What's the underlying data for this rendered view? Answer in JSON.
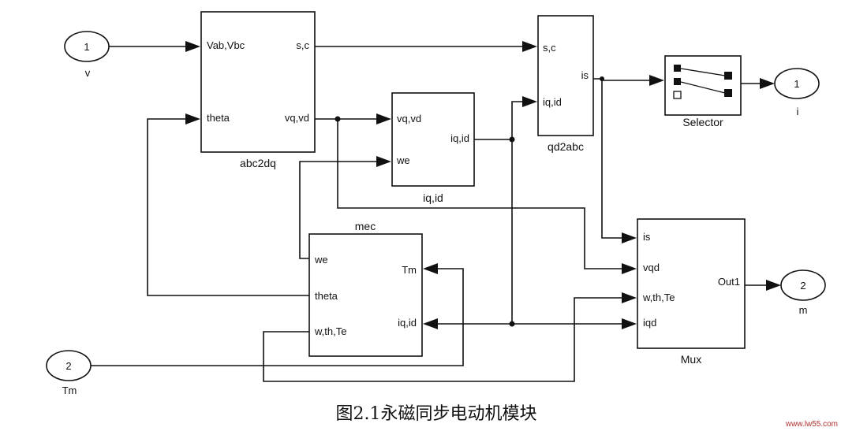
{
  "caption": "图2.1永磁同步电动机模块",
  "watermark": "www.lw55.com",
  "inports": [
    {
      "number": "1",
      "label": "v"
    },
    {
      "number": "2",
      "label": "Tm"
    }
  ],
  "outports": [
    {
      "number": "1",
      "label": "i"
    },
    {
      "number": "2",
      "label": "m"
    }
  ],
  "blocks": {
    "abc2dq": {
      "name": "abc2dq",
      "inputs": [
        "Vab,Vbc",
        "theta"
      ],
      "outputs": [
        "s,c",
        "vq,vd"
      ]
    },
    "iqid": {
      "name": "iq,id",
      "inputs": [
        "vq,vd",
        "we"
      ],
      "outputs": [
        "iq,id"
      ]
    },
    "qd2abc": {
      "name": "qd2abc",
      "inputs": [
        "s,c",
        "iq,id"
      ],
      "outputs": [
        "is"
      ]
    },
    "selector": {
      "name": "Selector"
    },
    "mec": {
      "name": "mec",
      "inputs": [
        "we",
        "theta",
        "w,th,Te"
      ],
      "outputs": [
        "Tm",
        "iq,id"
      ]
    },
    "mux": {
      "name": "Mux",
      "inputs": [
        "is",
        "vqd",
        "w,th,Te",
        "iqd"
      ],
      "outputs": [
        "Out1"
      ]
    }
  }
}
